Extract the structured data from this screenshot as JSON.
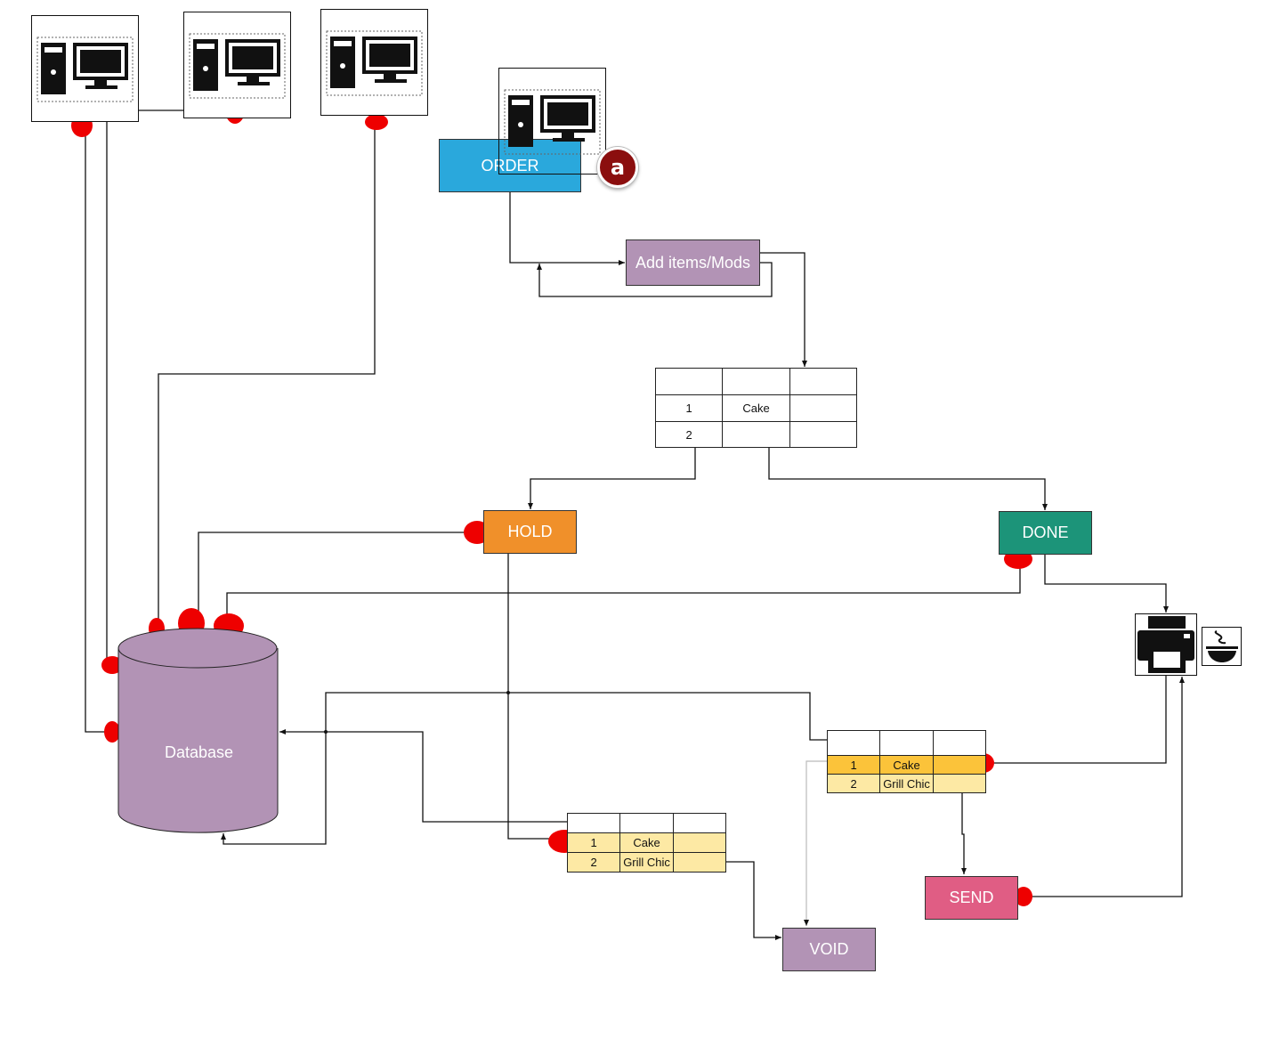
{
  "nodes": {
    "order": "ORDER",
    "add_items": "Add items/Mods",
    "hold": "HOLD",
    "done": "DONE",
    "database": "Database",
    "send": "SEND",
    "void": "VOID"
  },
  "badge": "a",
  "colors": {
    "order": "#2aa8dc",
    "add_items": "#b293b5",
    "hold": "#f0902a",
    "done": "#1c9479",
    "database": "#b293b5",
    "send": "#e05d84",
    "void": "#b293b5",
    "highlight_row": "#fbc33a",
    "light_row": "#fde9a4",
    "annotation": "#ee0000"
  },
  "table_top": {
    "rows": [
      [
        "",
        "",
        ""
      ],
      [
        "1",
        "Cake",
        ""
      ],
      [
        "2",
        "",
        ""
      ]
    ]
  },
  "table_hold": {
    "rows": [
      [
        "",
        "",
        ""
      ],
      [
        "1",
        "Cake",
        ""
      ],
      [
        "2",
        "Grill Chic",
        ""
      ]
    ]
  },
  "table_send": {
    "rows": [
      [
        "",
        "",
        ""
      ],
      [
        "1",
        "Cake",
        ""
      ],
      [
        "2",
        "Grill Chic",
        ""
      ]
    ]
  },
  "icons": [
    "computer-terminal-icon",
    "printer-icon",
    "kitchen-bowl-icon"
  ]
}
